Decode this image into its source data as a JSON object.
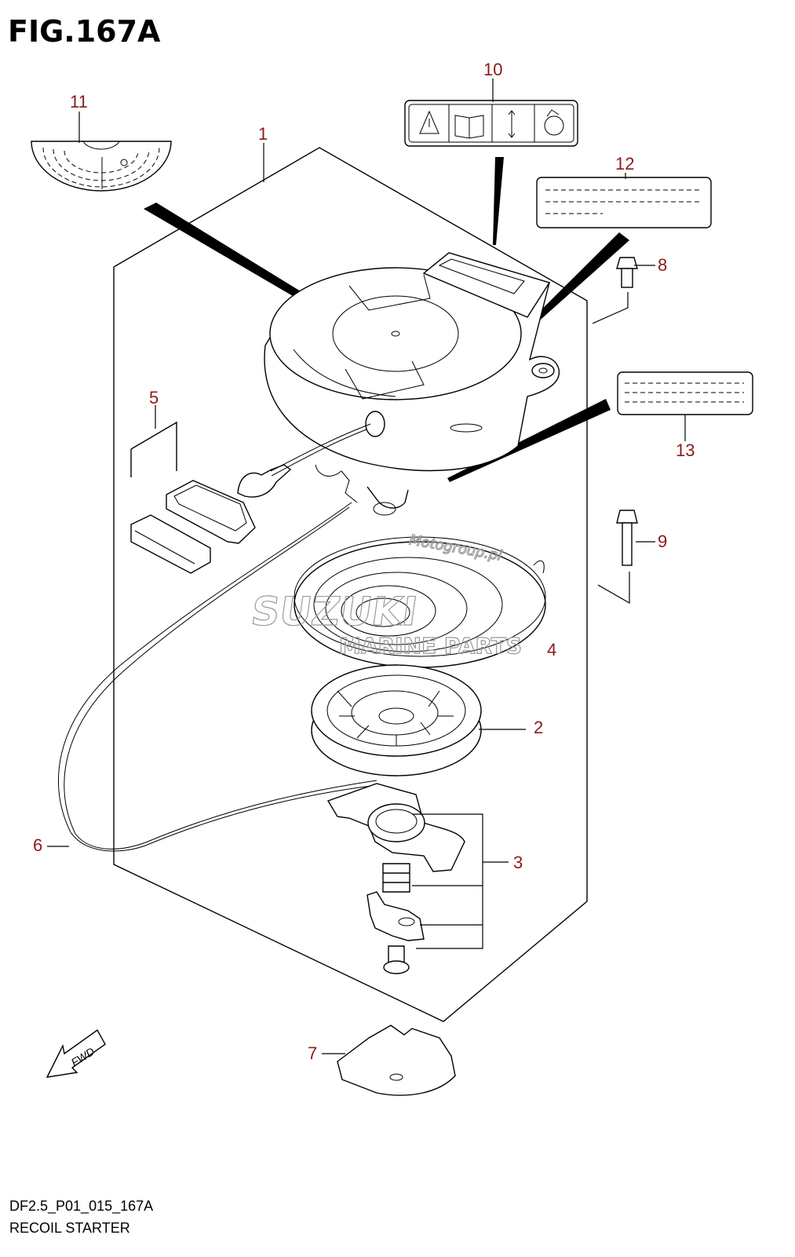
{
  "figure": {
    "title": "FIG.167A",
    "code": "DF2.5_P01_015_167A",
    "name": "RECOIL STARTER"
  },
  "callouts": {
    "c1": "1",
    "c2": "2",
    "c3": "3",
    "c4": "4",
    "c5": "5",
    "c6": "6",
    "c7": "7",
    "c8": "8",
    "c9": "9",
    "c10": "10",
    "c11": "11",
    "c12": "12",
    "c13": "13"
  },
  "watermark": {
    "line1": "SUZUKI",
    "line2": "MARINE PARTS",
    "line3": "Motogroup.pl"
  },
  "fwd_arrow": {
    "label": "FWD"
  },
  "colors": {
    "callout": "#8b1a1a",
    "line": "#000000",
    "watermark": "#9a9a9a"
  }
}
